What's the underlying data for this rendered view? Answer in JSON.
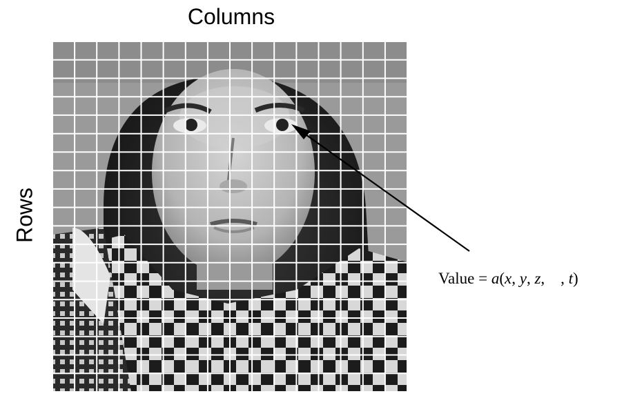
{
  "title": "Columns",
  "row_label": "Rows",
  "annotation": {
    "prefix": "Value = ",
    "func": "a",
    "open": "(",
    "x": "x",
    "sep1": ", ",
    "y": "y",
    "sep2": ", ",
    "z": "z",
    "sep3": ",    , ",
    "t": "t",
    "close": ")"
  },
  "grid": {
    "columns": 16,
    "rows": 19
  },
  "colors": {
    "grid_line": "#ffffff",
    "arrow": "#000000"
  }
}
